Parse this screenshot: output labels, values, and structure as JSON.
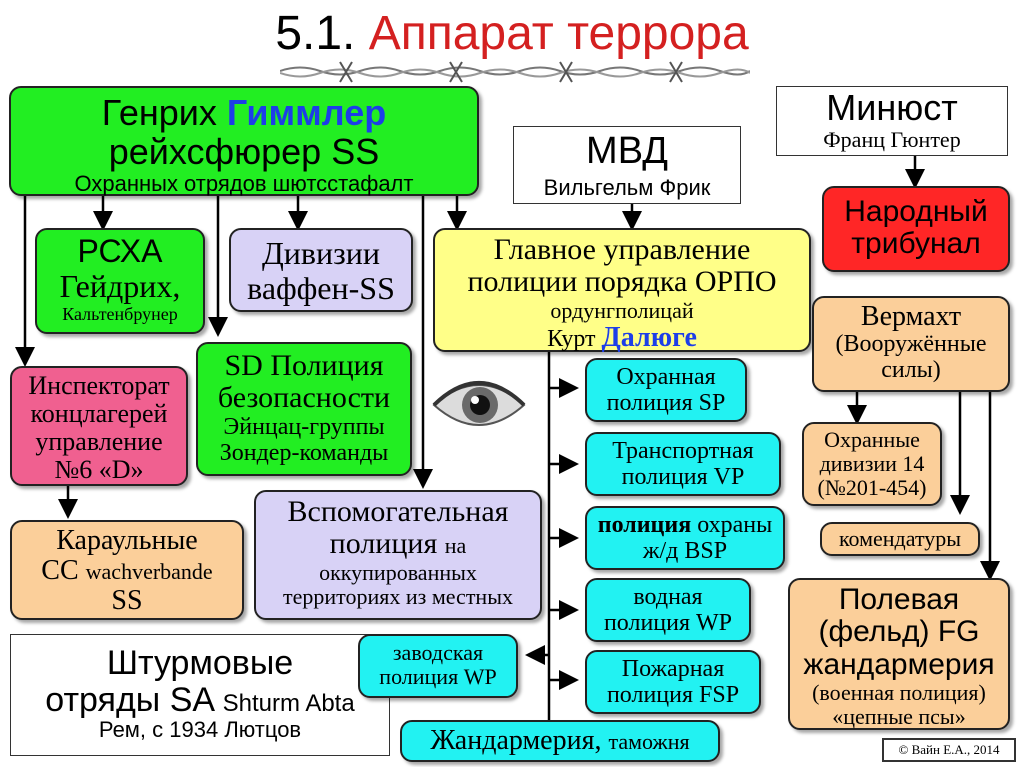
{
  "title": {
    "number": "5.1.",
    "text": "Аппарат террора"
  },
  "nodes": {
    "himmler": {
      "l1a": "Генрих ",
      "l1b": "Гиммлер",
      "l2": "рейхсфюрер SS",
      "l3": "Охранных отрядов шютсстафалт"
    },
    "mvd": {
      "l1": "МВД",
      "l2": "Вильгельм Фрик"
    },
    "minjust": {
      "l1": "Минюст",
      "l2": "Франц Гюнтер"
    },
    "tribunal": {
      "l1": "Народный",
      "l2": "трибунал"
    },
    "rsha": {
      "l1": "РСХА",
      "l2": "Гейдрих,",
      "l3": "Кальтенбрунер"
    },
    "waffen": {
      "l1": "Дивизии",
      "l2": "ваффен-SS"
    },
    "orpo": {
      "l1": "Главное управление",
      "l2": "полиции порядка ОРПО",
      "l3": "ордунгполицай",
      "l4a": "Курт ",
      "l4b": "Далюге"
    },
    "wehrmacht": {
      "l1": "Вермахт",
      "l2": "(Вооружённые",
      "l3": "силы)"
    },
    "inspect": {
      "l1": "Инспекторат",
      "l2": "концлагерей",
      "l3": "управление",
      "l4": "№6 «D»"
    },
    "sd": {
      "l1": "SD Полиция",
      "l2": "безопасности",
      "l3": "Эйнцац-группы",
      "l4": "Зондер-команды"
    },
    "sp": {
      "l1": "Охранная",
      "l2": "полиция SP"
    },
    "vp": {
      "l1": "Транспортная",
      "l2": "полиция VP"
    },
    "ohr_div": {
      "l1": "Охранные",
      "l2": "дивизии 14",
      "l3": "(№201-454)"
    },
    "bsp": {
      "l1a": "полиция",
      "l1b": " охраны",
      "l2": "ж/д BSP"
    },
    "komend": {
      "l1": "комендатуры"
    },
    "karaul": {
      "l1": "Караульные",
      "l2a": "СС ",
      "l2b": "wachverbande",
      "l3": "SS"
    },
    "vspom": {
      "l1": "Вспомогательная",
      "l2a": "полиция ",
      "l2b": "на",
      "l3": "оккупированных",
      "l4": "территориях из местных"
    },
    "wp_water": {
      "l1": "водная",
      "l2": "полиция WP"
    },
    "feld": {
      "l1": "Полевая",
      "l2": "(фельд) FG",
      "l3": "жандармерия",
      "l4": "(военная полиция)",
      "l5": "«цепные псы»"
    },
    "sa": {
      "l1": "Штурмовые",
      "l2a": "отряды SA ",
      "l2b": "Shturm Abta",
      "l3": "Рем, с 1934 Лютцов"
    },
    "wp_factory": {
      "l1": "заводская",
      "l2": "полиция WP"
    },
    "fsp": {
      "l1": "Пожарная",
      "l2": "полиция FSP"
    },
    "gendarm": {
      "l1a": "Жандармерия, ",
      "l1b": "таможня"
    }
  },
  "copyright": "© Вайн Е.А., 2014",
  "colors": {
    "title_accent": "#d42020",
    "green": "#22ee22",
    "lavender": "#d8d2f6",
    "yellow": "#ffff88",
    "cyan": "#22f2f2",
    "pink": "#f06090",
    "peach": "#fbcf9a",
    "red": "#ff2626",
    "name_highlight": "#1d3ee8"
  },
  "icons": [
    "barbed-wire-icon",
    "eye-icon"
  ]
}
